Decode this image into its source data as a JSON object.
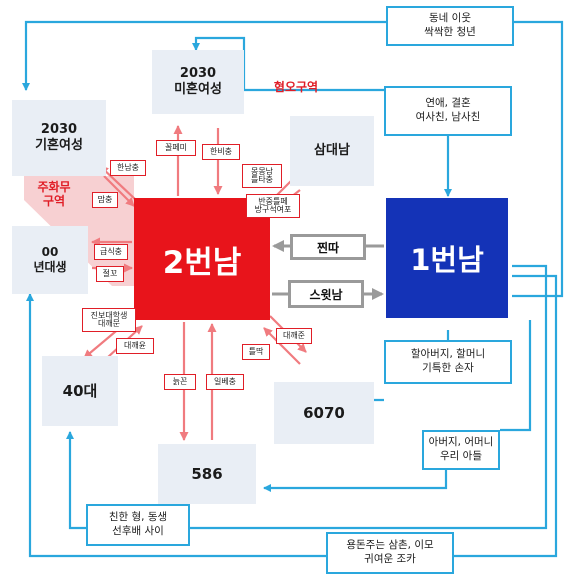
{
  "nodes": {
    "box2": "2번남",
    "box1": "1번남",
    "mihon": "2030\n미혼여성",
    "gihon": "2030\n기혼여성",
    "samdae": "삼대남",
    "nyeondae": "00\n년대생",
    "forties": "40대",
    "n586": "586",
    "n6070": "6070",
    "jjinda": "찐따",
    "swit": "스윗남"
  },
  "zones": {
    "hyeomo": "혐오구역",
    "juhwak": "주화무\n구역"
  },
  "relations": {
    "neighbor": "동네 이웃\n싹싹한 청년",
    "dating": "연애, 결혼\n여사친, 남사친",
    "grandparents": "할아버지, 할머니\n기특한 손자",
    "parents": "아버지, 어머니\n우리 아들",
    "siblings": "친한 형, 동생\n선후배 사이",
    "uncle": "용돈주는 삼촌, 이모\n귀여운 조카"
  },
  "labels": {
    "ggol": "꼴페미",
    "hanbi": "한비충",
    "hannam": "한남충",
    "mangjung": "맘충",
    "bongsam": "몽몽남\n틀타충",
    "bangeun": "반중틀페\n방구석여포",
    "geupsik": "급식충",
    "jjeol": "절꼬",
    "jinbo": "진보대학생\n대깨문",
    "daeggae": "대깨윤",
    "daeggaejun": "대깨준",
    "teul": "틀딱",
    "neulkkeun": "늙꼰",
    "ilbe": "일베충"
  },
  "colors": {
    "accent_blue": "#2aa7dd",
    "red": "#e01e27",
    "navy": "#1433b7",
    "node_bg": "#e9eef5",
    "gray": "#9a9a9a"
  }
}
